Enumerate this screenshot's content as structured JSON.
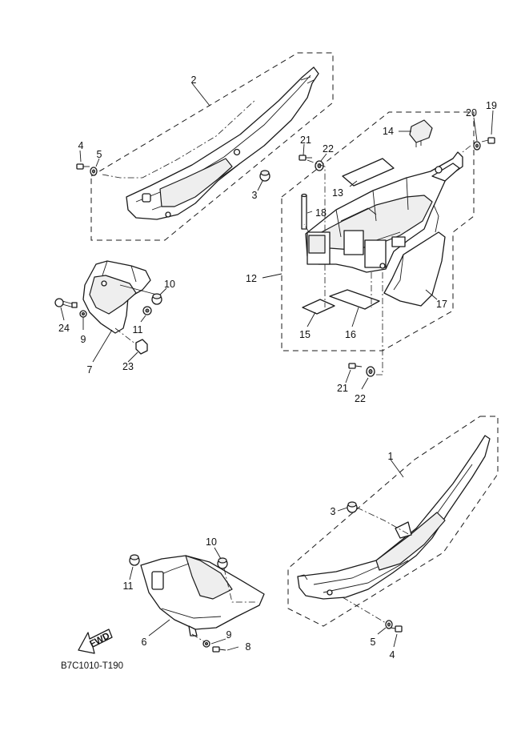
{
  "diagram": {
    "drawing_code": "B7C1010-T190",
    "fwd_label": "FWD",
    "callouts": [
      {
        "id": "c-2",
        "text": "2"
      },
      {
        "id": "c-4a",
        "text": "4"
      },
      {
        "id": "c-5a",
        "text": "5"
      },
      {
        "id": "c-3a",
        "text": "3"
      },
      {
        "id": "c-19",
        "text": "19"
      },
      {
        "id": "c-20",
        "text": "20"
      },
      {
        "id": "c-14",
        "text": "14"
      },
      {
        "id": "c-21a",
        "text": "21"
      },
      {
        "id": "c-22a",
        "text": "22"
      },
      {
        "id": "c-13",
        "text": "13"
      },
      {
        "id": "c-18",
        "text": "18"
      },
      {
        "id": "c-12",
        "text": "12"
      },
      {
        "id": "c-17",
        "text": "17"
      },
      {
        "id": "c-15",
        "text": "15"
      },
      {
        "id": "c-16",
        "text": "16"
      },
      {
        "id": "c-21b",
        "text": "21"
      },
      {
        "id": "c-22b",
        "text": "22"
      },
      {
        "id": "c-10a",
        "text": "10"
      },
      {
        "id": "c-24",
        "text": "24"
      },
      {
        "id": "c-9a",
        "text": "9"
      },
      {
        "id": "c-11a",
        "text": "11"
      },
      {
        "id": "c-7",
        "text": "7"
      },
      {
        "id": "c-23",
        "text": "23"
      },
      {
        "id": "c-1",
        "text": "1"
      },
      {
        "id": "c-3b",
        "text": "3"
      },
      {
        "id": "c-10b",
        "text": "10"
      },
      {
        "id": "c-11b",
        "text": "11"
      },
      {
        "id": "c-6",
        "text": "6"
      },
      {
        "id": "c-9b",
        "text": "9"
      },
      {
        "id": "c-8",
        "text": "8"
      },
      {
        "id": "c-5b",
        "text": "5"
      },
      {
        "id": "c-4b",
        "text": "4"
      }
    ]
  }
}
